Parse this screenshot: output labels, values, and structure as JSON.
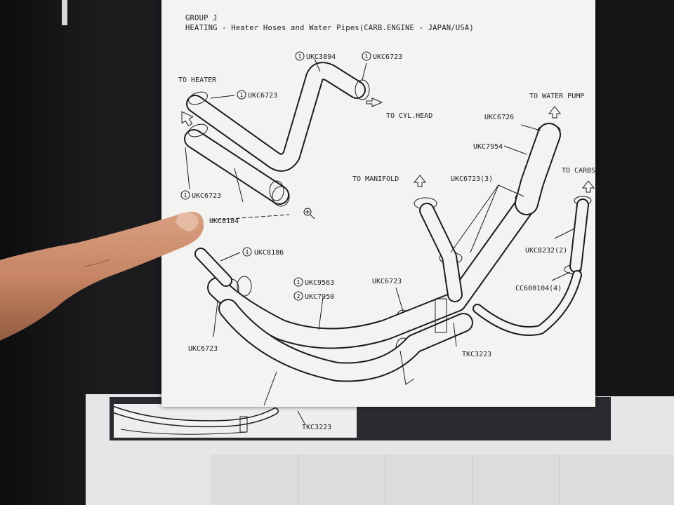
{
  "header": {
    "group": "GROUP J",
    "title": "HEATING - Heater Hoses and Water Pipes(CARB.ENGINE - JAPAN/USA)"
  },
  "callouts": {
    "to_heater": "TO HEATER",
    "to_cyl_head": "TO CYL.HEAD",
    "to_water_pump": "TO WATER PUMP",
    "to_manifold": "TO MANIFOLD",
    "to_carbs": "TO CARBS"
  },
  "parts": {
    "p_ukc3894": "UKC3894",
    "p_ukc6723_top": "UKC6723",
    "p_ukc6723_heater": "UKC6723",
    "p_ukc6723_left": "UKC6723",
    "p_ukc8184": "UKC8184",
    "p_ukc8186": "UKC8186",
    "p_ukc9563": "UKC9563",
    "p_ukc7950": "UKC7950",
    "p_ukc6723_mid": "UKC6723",
    "p_ukc6723_bottom": "UKC6723",
    "p_ukc6726": "UKC6726",
    "p_ukc7954": "UKC7954",
    "p_ukc6723_3": "UKC6723(3)",
    "p_ukc8232_2": "UKC8232(2)",
    "p_cc600104_4": "CC600104(4)",
    "p_tkc3223": "TKC3223",
    "p_tkc3223_thumb": "TKC3223"
  },
  "qty": {
    "one": "1",
    "two": "2"
  },
  "colors": {
    "paper": "#f3f3f1",
    "ink": "#1c1c1c",
    "screen": "#151518",
    "skin": "#c98a6a"
  }
}
